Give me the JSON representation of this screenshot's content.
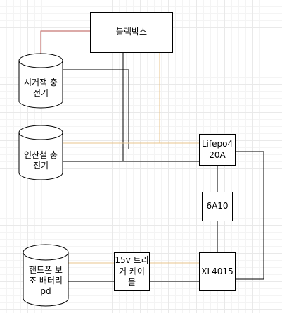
{
  "diagram": {
    "nodes": {
      "blackbox": {
        "label": "블랙박스"
      },
      "cigar_charger": {
        "label": "시거잭 충\n전기"
      },
      "inverter_charger": {
        "label": "인산철 충\n전기"
      },
      "lifepo4": {
        "label": "Lifepo4\n20A"
      },
      "fuse": {
        "label": "6A10"
      },
      "phone_battery": {
        "label": "핸드폰 보\n조 배터리\npd"
      },
      "trigger_cable": {
        "label": "15v 트리\n거 케이\n블"
      },
      "xl4015": {
        "label": "XL4015"
      }
    },
    "colors": {
      "red": "#b85450",
      "orange": "#e8c48c",
      "black": "#000000"
    }
  }
}
